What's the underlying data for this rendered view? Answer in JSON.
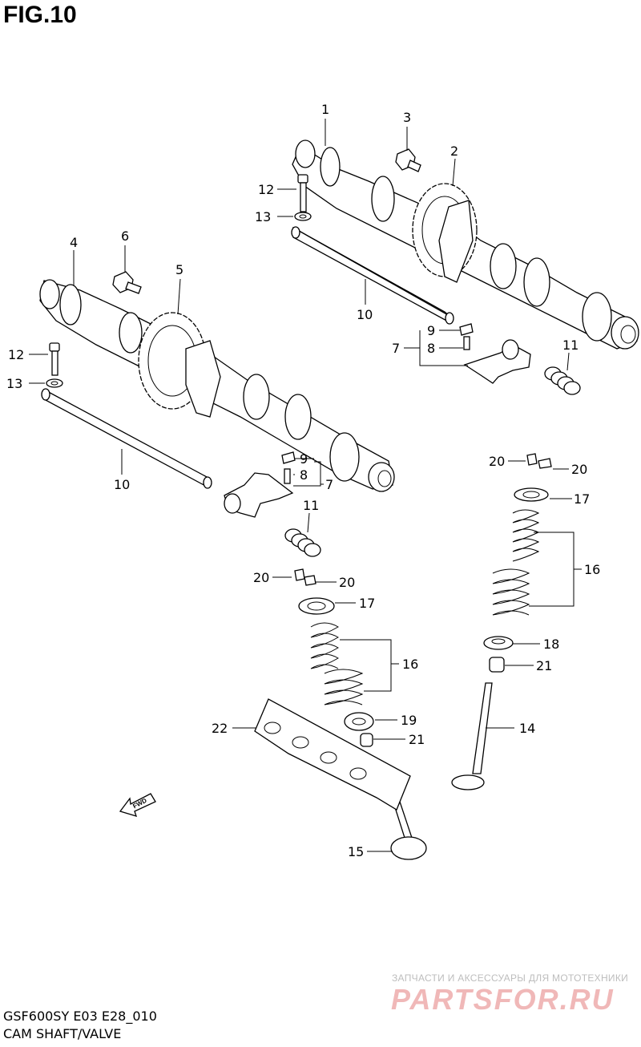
{
  "figure": {
    "title": "FIG.10",
    "model_code": "GSF600SY E03 E28_010",
    "section_name": "CAM SHAFT/VALVE"
  },
  "watermark": {
    "tagline": "ЗАПЧАСТИ И АКСЕССУАРЫ ДЛЯ МОТОТЕХНИКИ",
    "logo": "PARTSFOR.RU"
  },
  "fwd_label": "FWD",
  "callouts": {
    "c1": "1",
    "c2": "2",
    "c3": "3",
    "c4": "4",
    "c5": "5",
    "c6": "6",
    "c7a": "7",
    "c8a": "8",
    "c9a": "9",
    "c7b": "7",
    "c8b": "8",
    "c9b": "9",
    "c10a": "10",
    "c10b": "10",
    "c11a": "11",
    "c11b": "11",
    "c12a": "12",
    "c12b": "12",
    "c13a": "13",
    "c13b": "13",
    "c14": "14",
    "c15": "15",
    "c16a": "16",
    "c16b": "16",
    "c17a": "17",
    "c17b": "17",
    "c18": "18",
    "c19": "19",
    "c20a": "20",
    "c20b": "20",
    "c20c": "20",
    "c20d": "20",
    "c21a": "21",
    "c21b": "21",
    "c22": "22"
  }
}
